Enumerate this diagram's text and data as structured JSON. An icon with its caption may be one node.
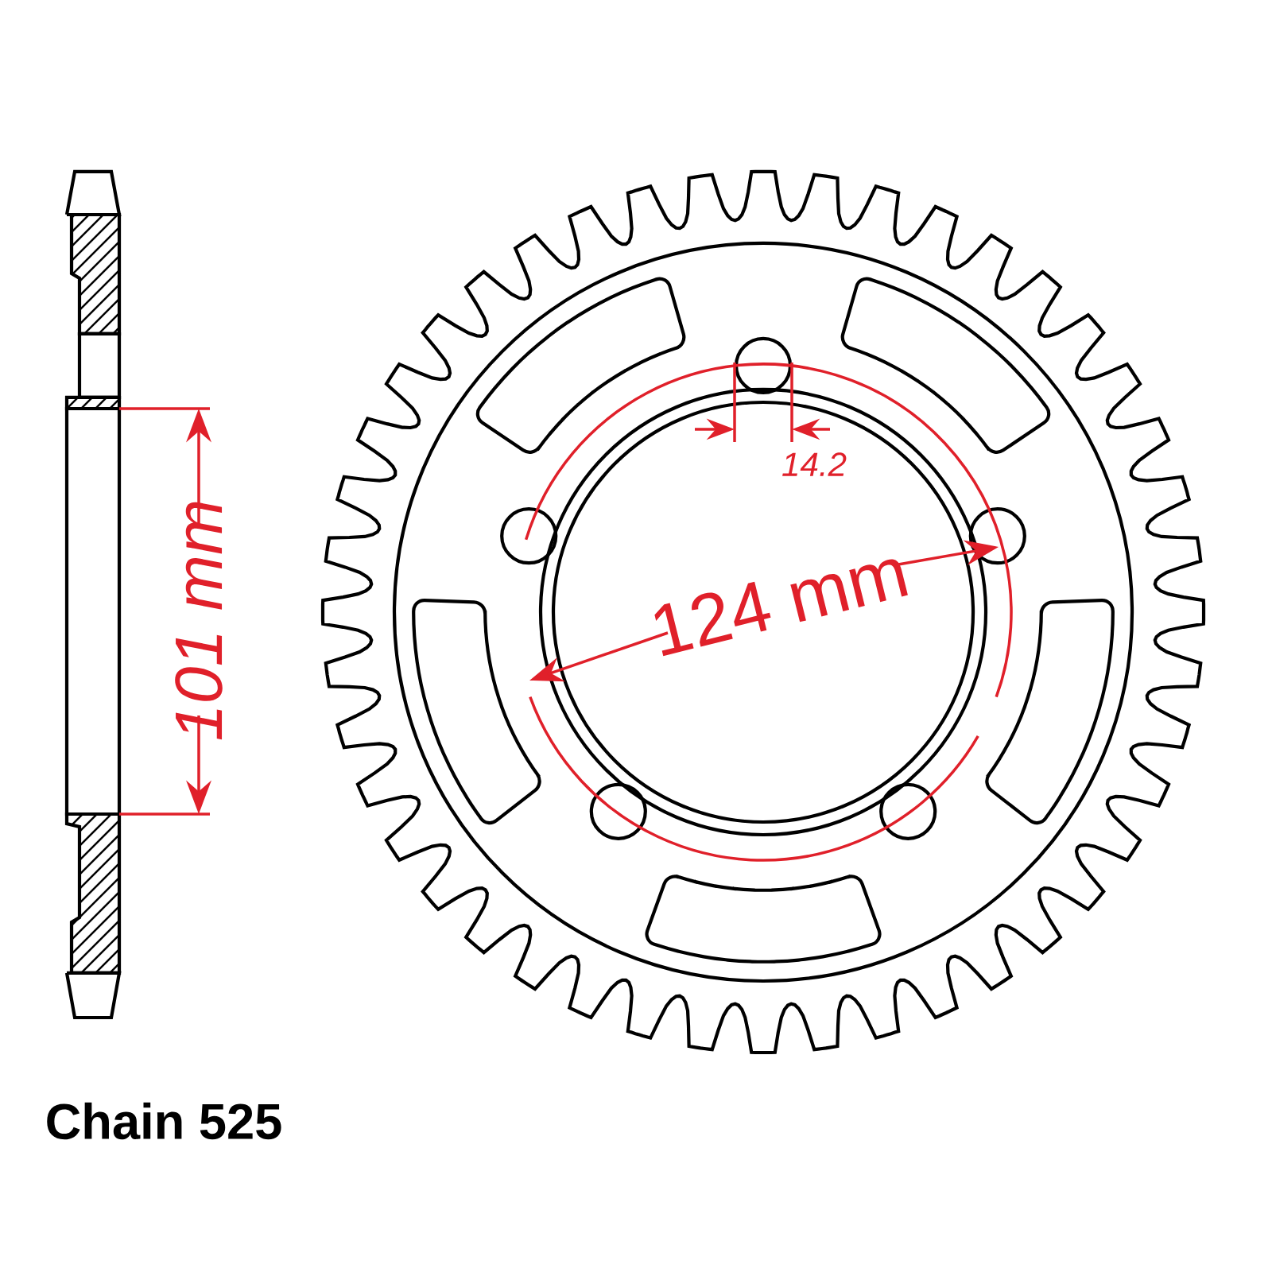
{
  "diagram": {
    "labels": [
      "101 mm",
      "124 mm",
      "14.2",
      "Chain 525"
    ]
  }
}
